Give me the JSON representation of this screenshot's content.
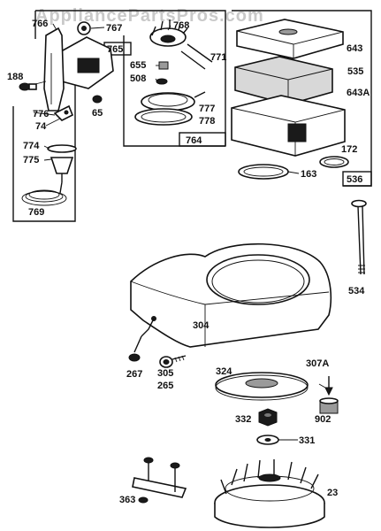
{
  "watermark": "AppliancePartsPros.com",
  "parts": {
    "p766": "766",
    "p767": "767",
    "p768": "768",
    "p765": "765",
    "p771": "771",
    "p188": "188",
    "p655": "655",
    "p508": "508",
    "p776": "776",
    "p74": "74",
    "p65": "65",
    "p777": "777",
    "p778": "778",
    "p764": "764",
    "p774": "774",
    "p775": "775",
    "p769": "769",
    "p643": "643",
    "p535": "535",
    "p643A": "643A",
    "p172": "172",
    "p163": "163",
    "p536": "536",
    "p534": "534",
    "p304": "304",
    "p267": "267",
    "p305": "305",
    "p265": "265",
    "p324": "324",
    "p307A": "307A",
    "p332": "332",
    "p902": "902",
    "p331": "331",
    "p363": "363",
    "p23": "23"
  }
}
